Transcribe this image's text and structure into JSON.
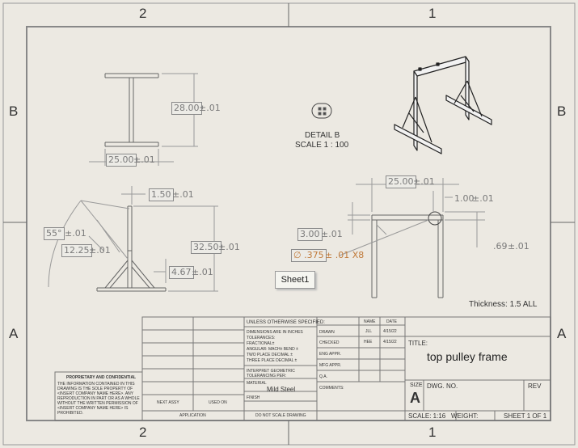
{
  "zones": {
    "top_left": "2",
    "top_right": "1",
    "bottom_left": "2",
    "bottom_right": "1",
    "left_upper": "B",
    "right_upper": "B",
    "left_lower": "A",
    "right_lower": "A"
  },
  "views": {
    "ibeam": {
      "height_dim": "28.00",
      "height_tol": "±.01",
      "width_dim": "25.00",
      "width_tol": "±.01"
    },
    "detail": {
      "title": "DETAIL B",
      "scale": "SCALE 1 : 100"
    },
    "side": {
      "top_dim": "1.50",
      "top_tol": "±.01",
      "angle_dim": "55°",
      "angle_tol": "±.01",
      "brace_dim": "12.25",
      "brace_tol": "±.01",
      "height_dim": "32.50",
      "height_tol": "±.01",
      "base_dim": "4.67",
      "base_tol": "±.01"
    },
    "front": {
      "width_dim": "25.00",
      "width_tol": "±.01",
      "right_dim": "1.00",
      "right_tol": "±.01",
      "left_dim": "3.00",
      "left_tol": "±.01",
      "hole_dim": "∅ .375",
      "hole_tol": "± .01 X8",
      "offset_dim": ".69",
      "offset_tol": "±.01",
      "thickness": "Thickness: 1.5 ALL"
    }
  },
  "tab_label": "Sheet1",
  "title_block": {
    "unless": "UNLESS OTHERWISE SPECIFIED:",
    "dims_line1": "DIMENSIONS ARE IN INCHES",
    "dims_line2": "TOLERANCES:",
    "fractional": "FRACTIONAL±",
    "angular": "ANGULAR: MACH±    BEND ±",
    "two_place": "TWO PLACE DECIMAL    ±",
    "three_place": "THREE PLACE DECIMAL    ±",
    "interpret": "INTERPRET GEOMETRIC",
    "tolerancing": "TOLERANCING PER:",
    "material_label": "MATERIAL",
    "material": "Mild Steel",
    "finish_label": "FINISH",
    "next_assy": "NEXT ASSY",
    "used_on": "USED ON",
    "application": "APPLICATION",
    "do_not_scale": "DO NOT SCALE DRAWING",
    "name_hdr": "NAME",
    "date_hdr": "DATE",
    "drawn": "DRAWN",
    "drawn_name": "JLL",
    "drawn_date": "4/15/22",
    "checked": "CHECKED",
    "checked_name": "HEE",
    "checked_date": "4/15/22",
    "eng_appr": "ENG APPR.",
    "mfg_appr": "MFG APPR.",
    "qa": "Q.A.",
    "comments": "COMMENTS:",
    "title_label": "TITLE:",
    "title": "top pulley frame",
    "size_label": "SIZE",
    "size": "A",
    "dwg_no": "DWG.  NO.",
    "rev": "REV",
    "scale": "SCALE: 1:16",
    "weight": "WEIGHT:",
    "sheet": "SHEET 1 OF 1",
    "prop_title": "PROPRIETARY AND CONFIDENTIAL",
    "prop_lines": [
      "THE INFORMATION CONTAINED IN THIS",
      "DRAWING IS THE SOLE PROPERTY OF",
      "<INSERT COMPANY NAME HERE>. ANY",
      "REPRODUCTION IN PART OR AS A WHOLE",
      "WITHOUT THE WRITTEN PERMISSION OF",
      "<INSERT COMPANY NAME HERE> IS",
      "PROHIBITED."
    ]
  }
}
